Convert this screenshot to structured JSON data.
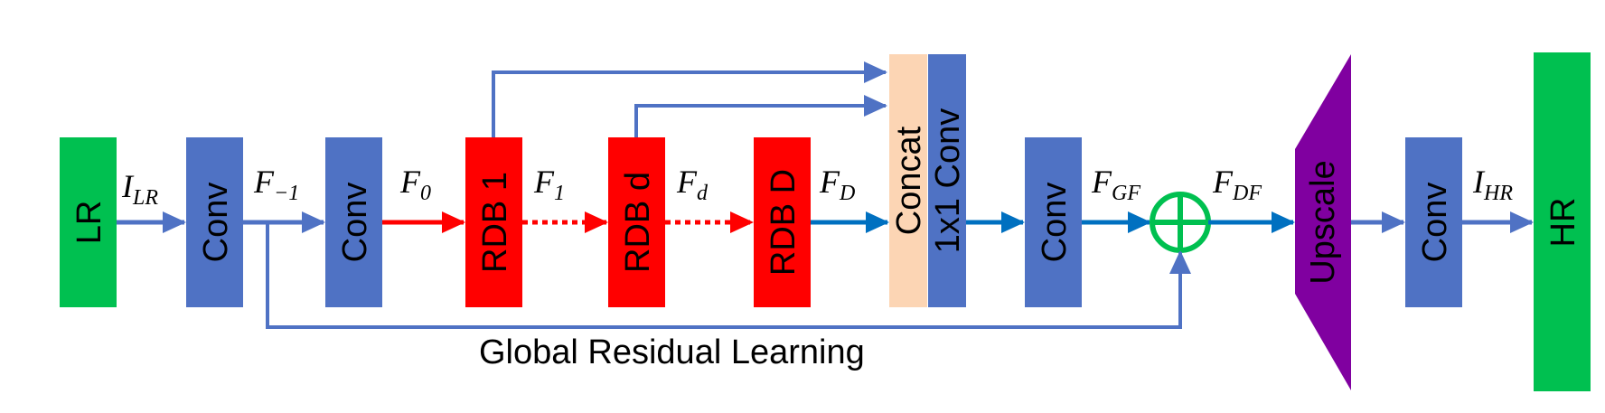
{
  "colors": {
    "lr_hr_green": "#00c050",
    "conv_blue": "#4f72c4",
    "rdb_red": "#ff0000",
    "concat_peach": "#fcd5b4",
    "upscale_purple": "#8000a0",
    "arrow_blue": "#4f72c4",
    "arrow_dark_blue": "#0070c0",
    "arrow_red": "#ff0000",
    "sum_green": "#00c050"
  },
  "blocks": {
    "lr": "LR",
    "conv1": "Conv",
    "conv2": "Conv",
    "rdb1": "RDB 1",
    "rdbd": "RDB d",
    "rdbD": "RDB D",
    "concat": "Concat",
    "conv1x1": "1x1 Conv",
    "conv3": "Conv",
    "upscale": "Upscale",
    "conv4": "Conv",
    "hr": "HR"
  },
  "signals": {
    "i_lr": {
      "main": "I",
      "sub": "LR"
    },
    "f_m1": {
      "main": "F",
      "sub": "−1"
    },
    "f_0": {
      "main": "F",
      "sub": "0"
    },
    "f_1": {
      "main": "F",
      "sub": "1"
    },
    "f_d": {
      "main": "F",
      "sub": "d"
    },
    "f_D": {
      "main": "F",
      "sub": "D"
    },
    "f_gf": {
      "main": "F",
      "sub": "GF"
    },
    "f_df": {
      "main": "F",
      "sub": "DF"
    },
    "i_hr": {
      "main": "I",
      "sub": "HR"
    }
  },
  "caption": "Global Residual Learning"
}
